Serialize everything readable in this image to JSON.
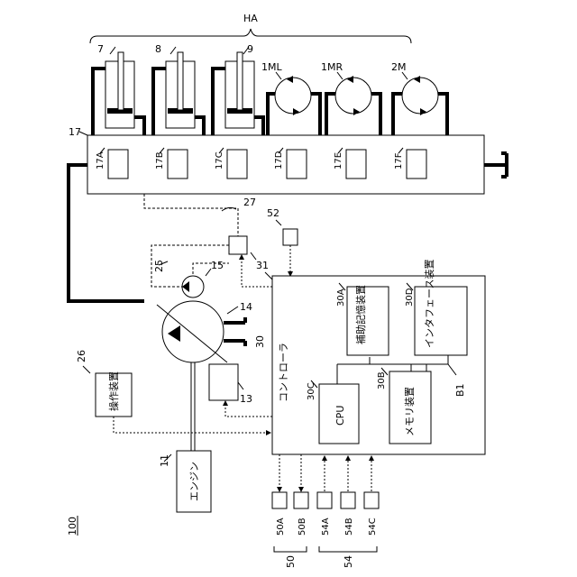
{
  "figure": {
    "ref_system": "100",
    "group_HA": "HA",
    "actuators": {
      "cyl1": "7",
      "cyl2": "8",
      "cyl3": "9",
      "motor1": "1ML",
      "motor2": "1MR",
      "motor3": "2M"
    },
    "valve_block": {
      "ref": "17",
      "units": [
        "17A",
        "17B",
        "17C",
        "17D",
        "17E",
        "17F"
      ]
    },
    "pump": "14",
    "pilot_pump": "15",
    "regulator": "13",
    "engine_ref": "11",
    "engine_label": "エンジン",
    "operation_ref": "26",
    "operation_label": "操作装置",
    "pilot_line": "25",
    "signal_line": "27",
    "valve_31": "31",
    "sensor_52": "52",
    "controller": {
      "ref": "30",
      "label": "コントローラ",
      "cpu_ref": "30C",
      "cpu_label": "CPU",
      "memory_ref": "30B",
      "memory_label": "メモリ装置",
      "aux_ref": "30A",
      "aux_label": "補助記憶装置",
      "if_ref": "30D",
      "if_label": "インタフェース装置",
      "bus_ref": "B1"
    },
    "peripherals": {
      "items": [
        "50A",
        "50B",
        "54A",
        "54B",
        "54C"
      ],
      "group50": "50",
      "group54": "54"
    }
  }
}
